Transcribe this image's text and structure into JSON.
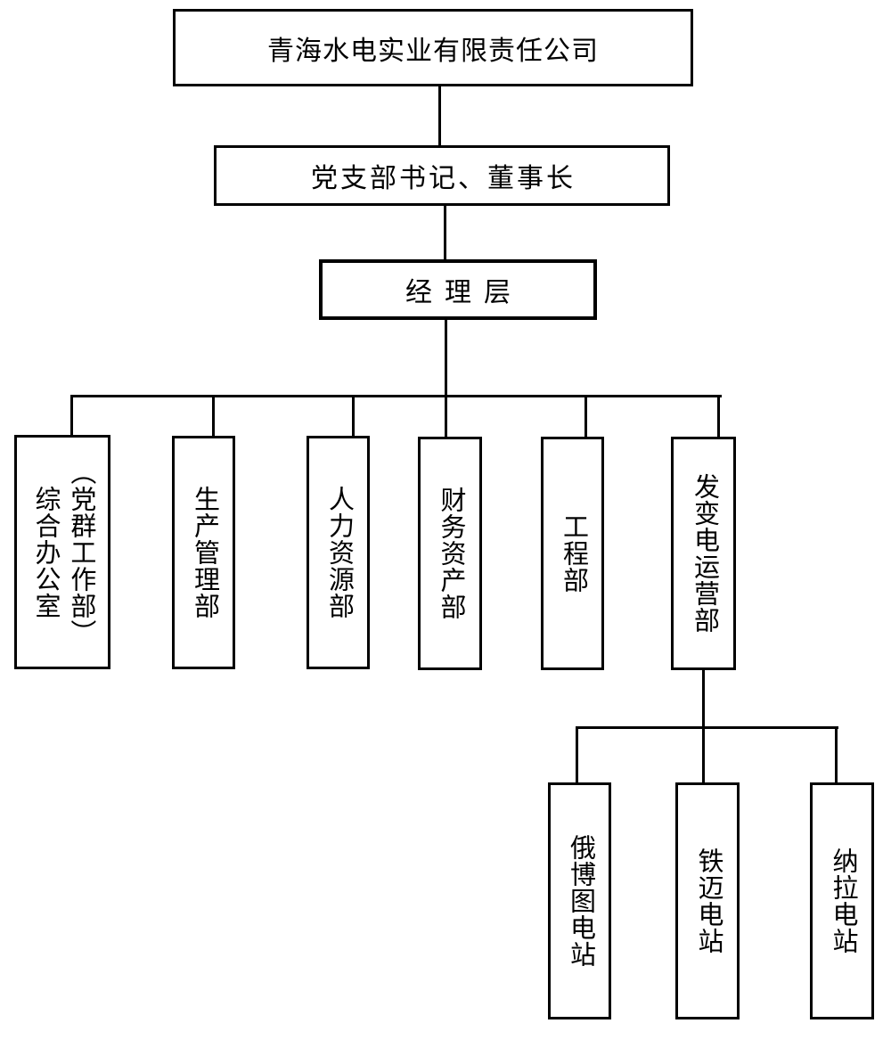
{
  "org_chart": {
    "company": "青海水电实业有限责任公司",
    "party_chairman": "党支部书记、董事长",
    "management": "经理层",
    "departments": [
      {
        "label": "综合办公室",
        "sublabel": "（党群工作部）"
      },
      {
        "label": "生产管理部"
      },
      {
        "label": "人力资源部"
      },
      {
        "label": "财务资产部"
      },
      {
        "label": "工程部"
      },
      {
        "label": "发变电运营部"
      }
    ],
    "stations": [
      {
        "label": "俄博图电站"
      },
      {
        "label": "铁迈电站"
      },
      {
        "label": "纳拉电站"
      }
    ],
    "colors": {
      "line": "#000000",
      "background": "#ffffff",
      "text": "#000000"
    }
  }
}
